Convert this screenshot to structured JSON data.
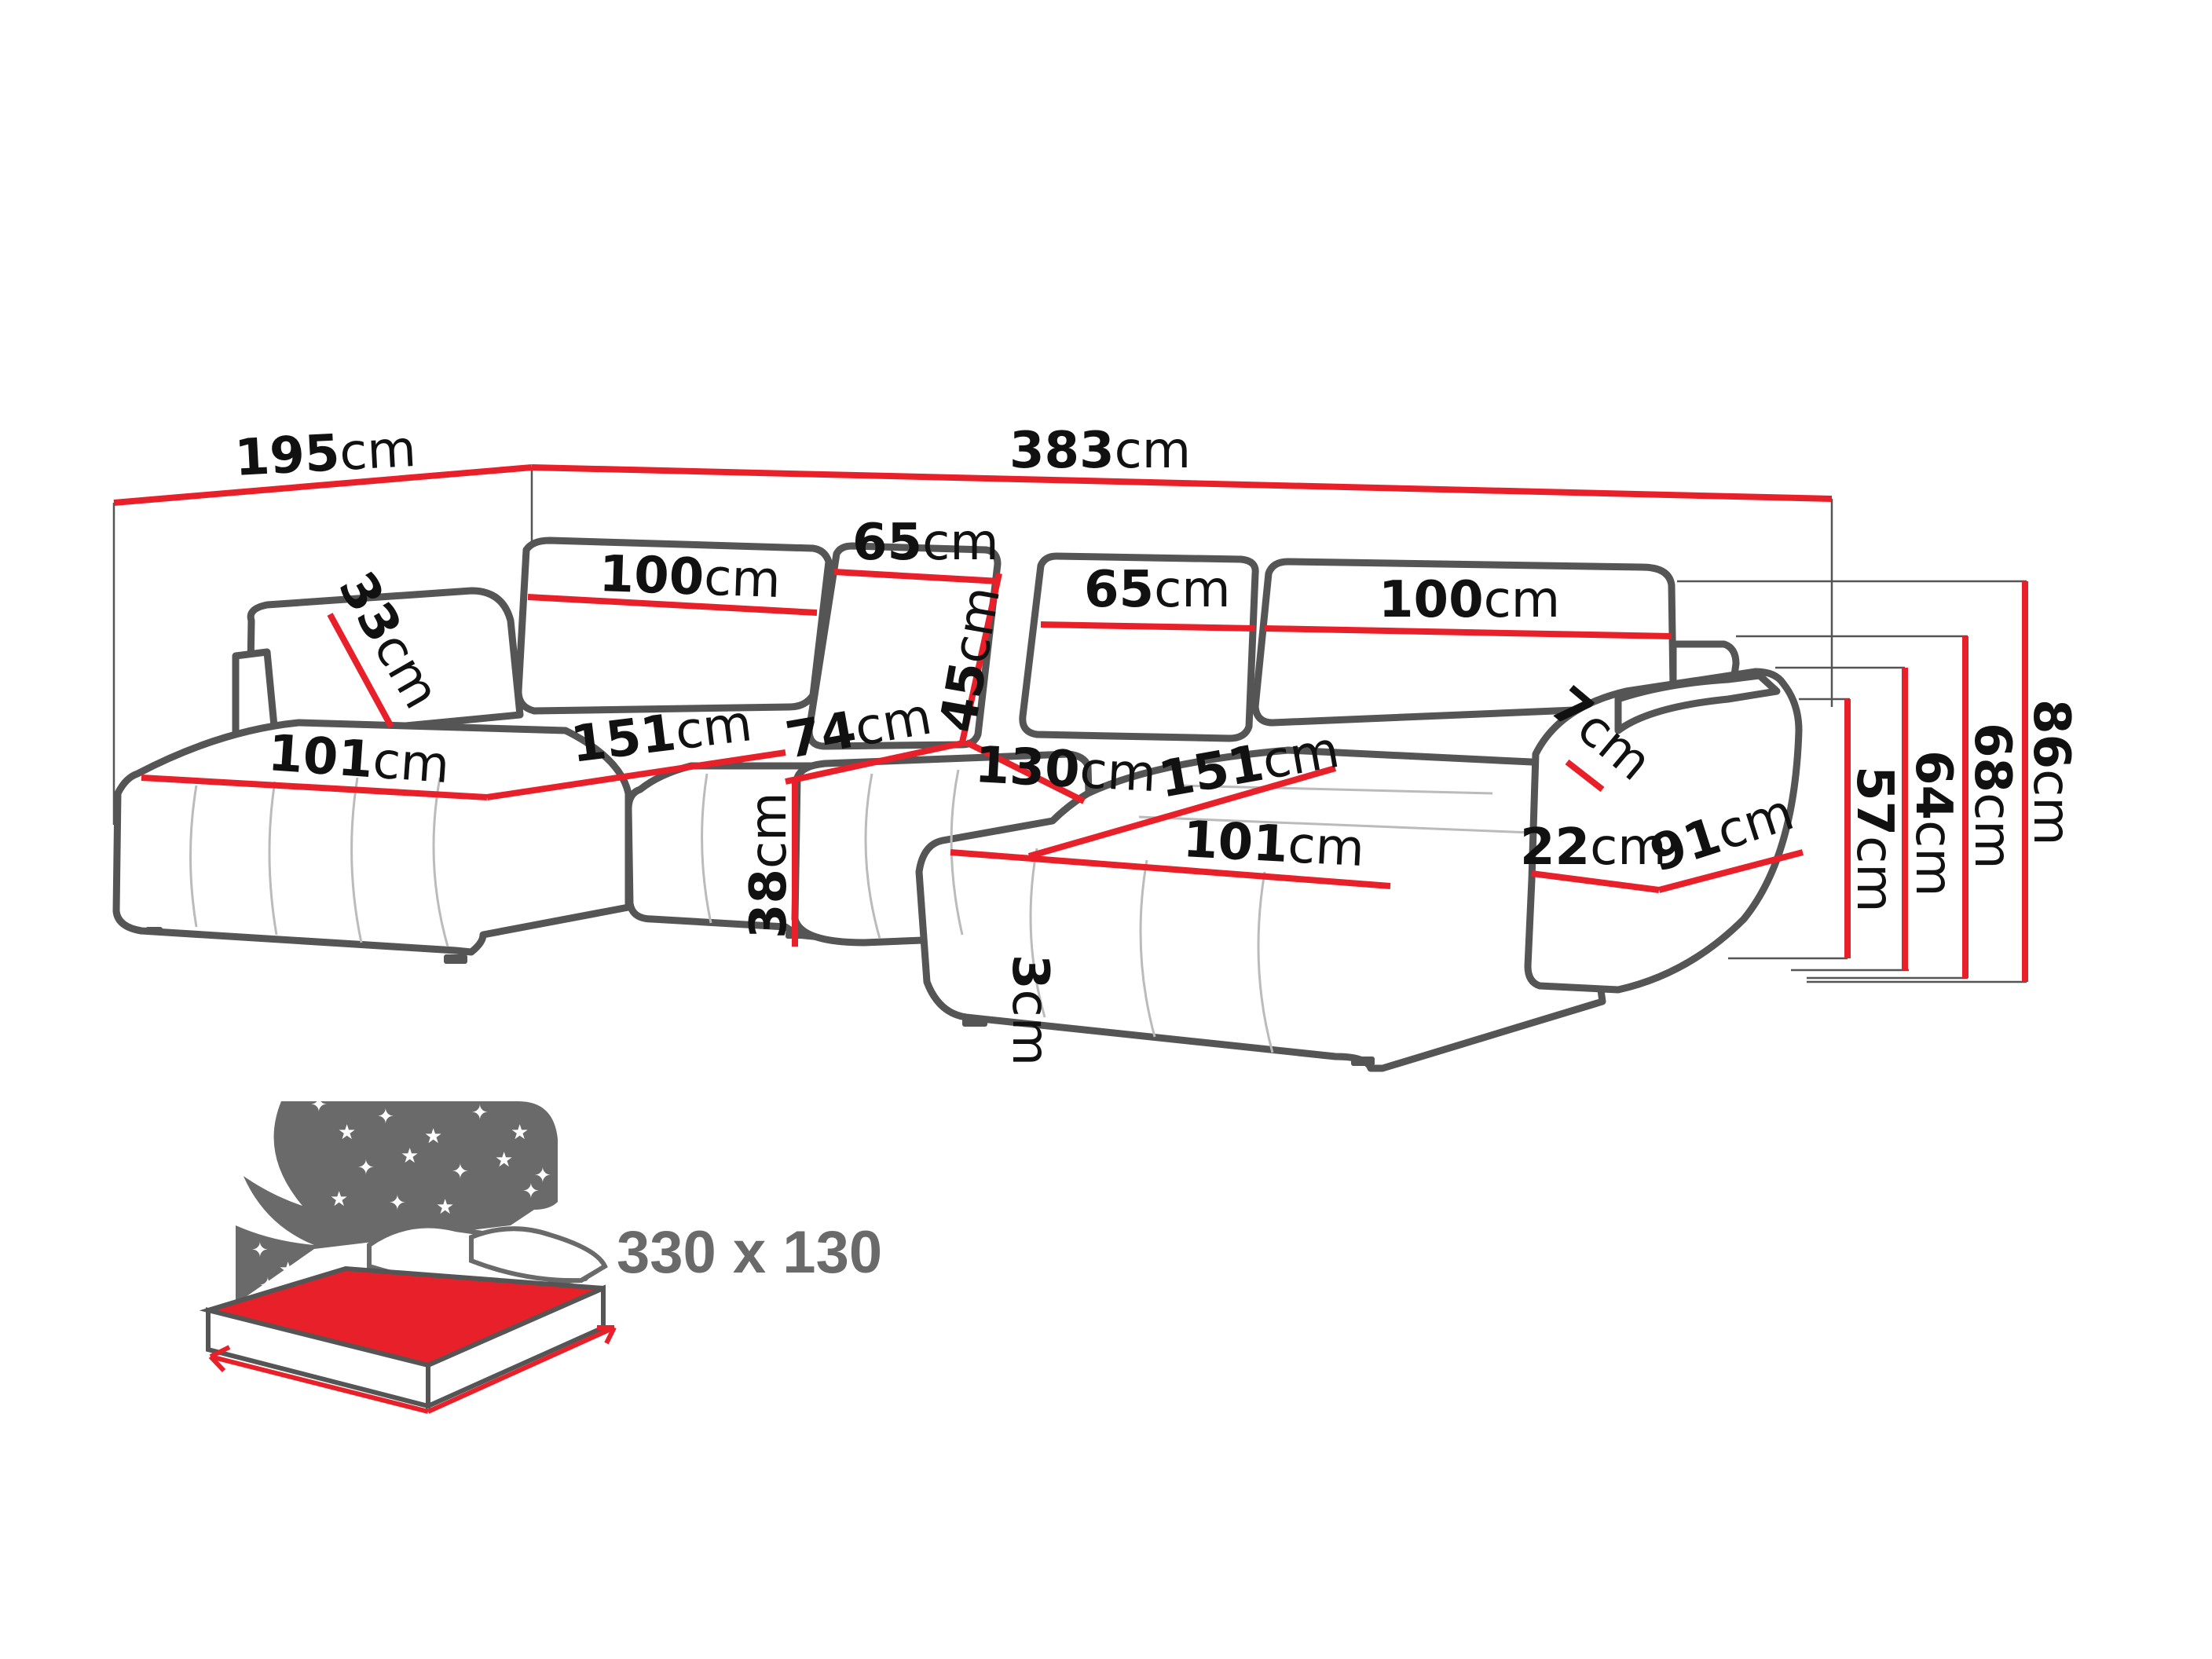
{
  "unit": "cm",
  "dimensions": {
    "depth_left": "195",
    "total_width": "383",
    "back_left_width": "100",
    "back_mid_left_width": "65",
    "back_mid_right_width": "65",
    "back_right_width": "100",
    "headrest_left": "33",
    "back_height": "45",
    "seat_depth_left": "101",
    "chaise_left_length": "151",
    "seat_depth_mid": "74",
    "seat_width_mid": "130",
    "chaise_right_length": "151",
    "seat_depth_right": "101",
    "seat_height": "38",
    "leg_height": "3",
    "armrest_top": "7",
    "armrest_width": "22",
    "armrest_length": "91",
    "height_arm": "57",
    "height_seat_back": "64",
    "height_back": "68",
    "height_total": "86"
  },
  "bed": {
    "size": "330 x 130",
    "mattress_color": "#e8202a",
    "headboard_color": "#6a6a6a",
    "headboard_icon": "starry-night-icon"
  },
  "colors": {
    "dimension_line": "#e8202a",
    "outline": "#555555"
  }
}
